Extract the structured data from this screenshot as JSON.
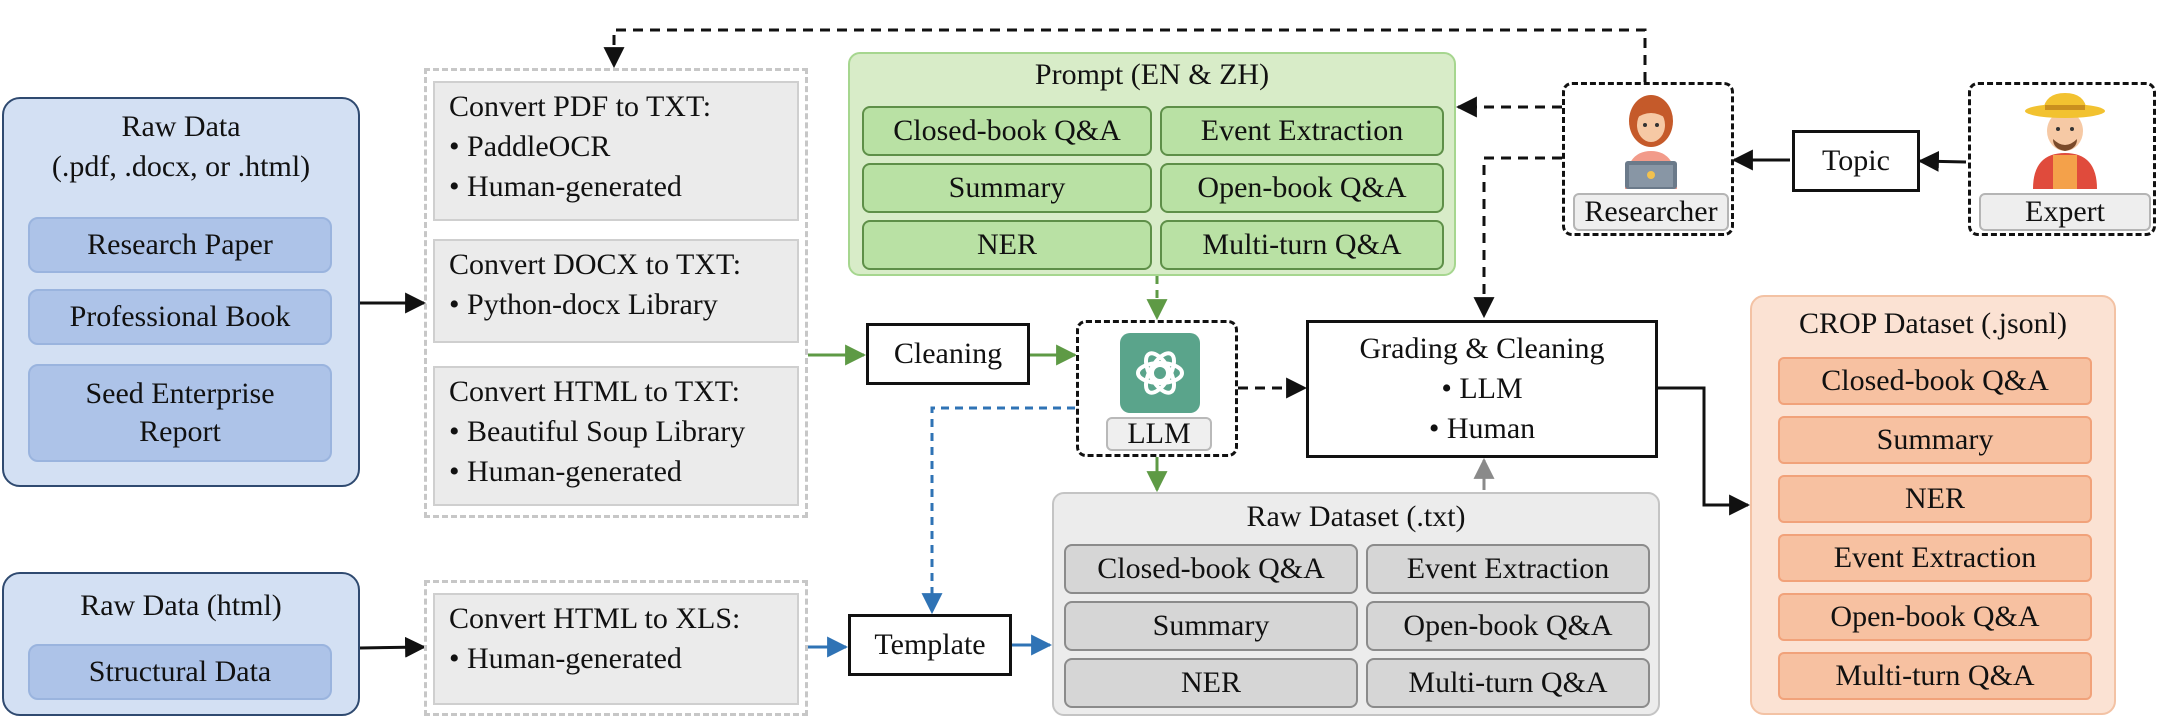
{
  "raw_data": {
    "title_line1": "Raw Data",
    "title_line2": "(.pdf, .docx, or .html)",
    "items": [
      "Research Paper",
      "Professional Book",
      "Seed Enterprise",
      "Report"
    ]
  },
  "raw_data_html": {
    "title": "Raw Data (html)",
    "item": "Structural Data"
  },
  "conversions": {
    "pdf": {
      "title": "Convert PDF to TXT:",
      "bullets": [
        "• PaddleOCR",
        "• Human-generated"
      ]
    },
    "docx": {
      "title": "Convert DOCX to TXT:",
      "bullets": [
        "• Python-docx Library"
      ]
    },
    "html": {
      "title": "Convert HTML to TXT:",
      "bullets": [
        "• Beautiful Soup Library",
        "• Human-generated"
      ]
    },
    "xls": {
      "title": "Convert HTML to XLS:",
      "bullets": [
        "• Human-generated"
      ]
    }
  },
  "prompt": {
    "title": "Prompt (EN & ZH)",
    "cells": [
      "Closed-book Q&A",
      "Event Extraction",
      "Summary",
      "Open-book Q&A",
      "NER",
      "Multi-turn Q&A"
    ]
  },
  "steps": {
    "cleaning": "Cleaning",
    "template": "Template",
    "llm": "LLM",
    "topic": "Topic"
  },
  "grading": {
    "title": "Grading & Cleaning",
    "bullets": [
      "• LLM",
      "• Human"
    ]
  },
  "raw_dataset": {
    "title": "Raw Dataset (.txt)",
    "cells": [
      "Closed-book Q&A",
      "Event Extraction",
      "Summary",
      "Open-book Q&A",
      "NER",
      "Multi-turn Q&A"
    ]
  },
  "crop_dataset": {
    "title": "CROP Dataset (.jsonl)",
    "items": [
      "Closed-book Q&A",
      "Summary",
      "NER",
      "Event Extraction",
      "Open-book Q&A",
      "Multi-turn Q&A"
    ]
  },
  "actors": {
    "researcher": "Researcher",
    "expert": "Expert"
  },
  "colors": {
    "green_arrow": "#5e9a45",
    "blue_arrow": "#2f73b5",
    "black_arrow": "#111111",
    "gray_arrow": "#8a8a8a"
  }
}
